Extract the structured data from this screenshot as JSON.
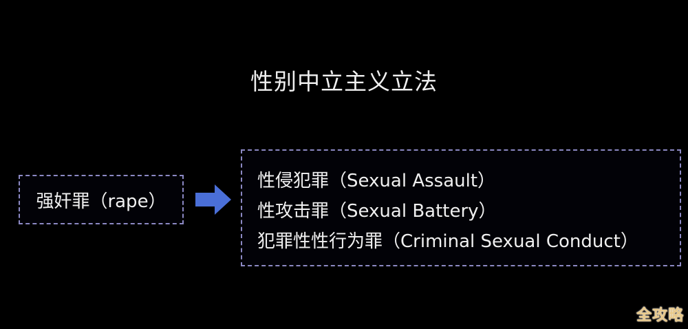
{
  "title": "性别中立主义立法",
  "left_box": {
    "label": "强奸罪（rape）"
  },
  "arrow": {
    "icon": "right-arrow-icon",
    "color": "#4a6fd8"
  },
  "right_box": {
    "items": [
      "性侵犯罪（Sexual Assault）",
      "性攻击罪（Sexual Battery）",
      "犯罪性性行为罪（Criminal Sexual Conduct）"
    ]
  },
  "colors": {
    "background": "#000000",
    "text": "#f0f0f0",
    "box_border": "#8c89c4",
    "arrow": "#4a6fd8",
    "watermark": "#e8c98a"
  },
  "watermark": "全攻略"
}
